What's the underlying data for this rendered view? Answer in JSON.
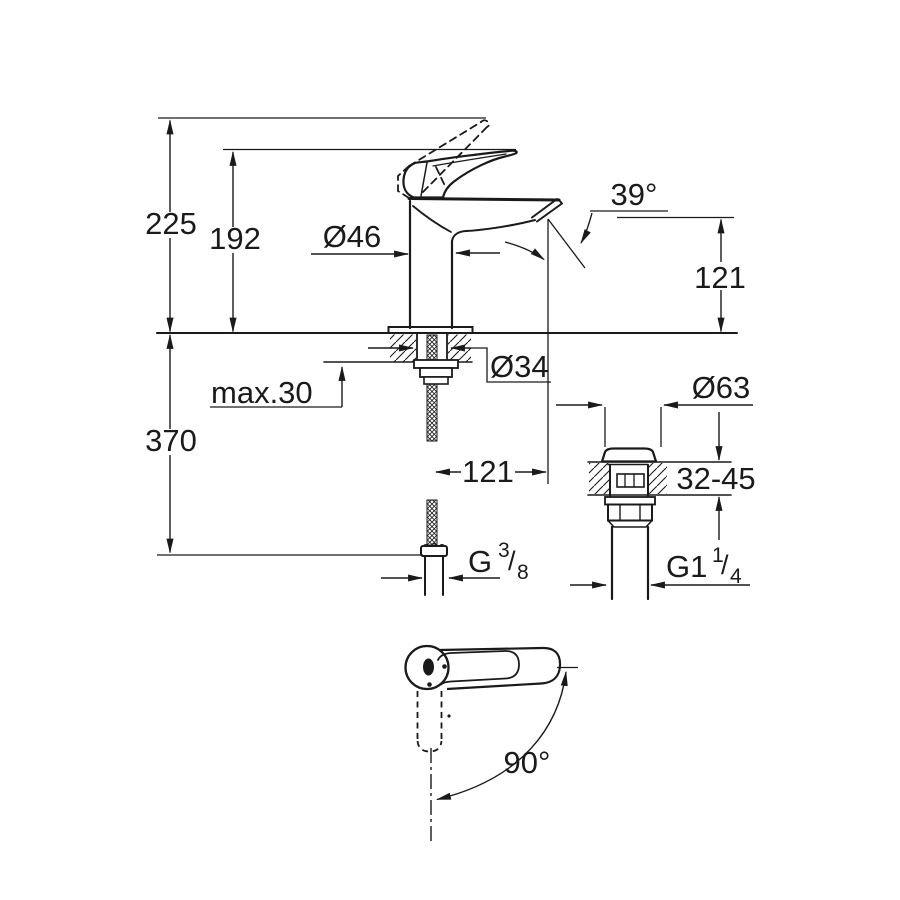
{
  "labels": {
    "height_total": "225",
    "height_handle": "192",
    "body_diameter": "Ø46",
    "spout_angle": "39°",
    "outlet_height": "121",
    "shank_diameter": "Ø34",
    "counter_max": "max.30",
    "below_depth": "370",
    "spout_reach": "121",
    "drain_cap_diameter": "Ø63",
    "counter_range": "32-45",
    "supply_thread_g": "G",
    "supply_thread_num": "3",
    "supply_thread_slash": "/",
    "supply_thread_den": "8",
    "drain_thread_g": "G1",
    "drain_thread_num": "1",
    "drain_thread_slash": "/",
    "drain_thread_den": "4",
    "handle_swing_angle": "90°"
  },
  "colors": {
    "ink": "#1a1a1a",
    "paper": "#ffffff"
  }
}
